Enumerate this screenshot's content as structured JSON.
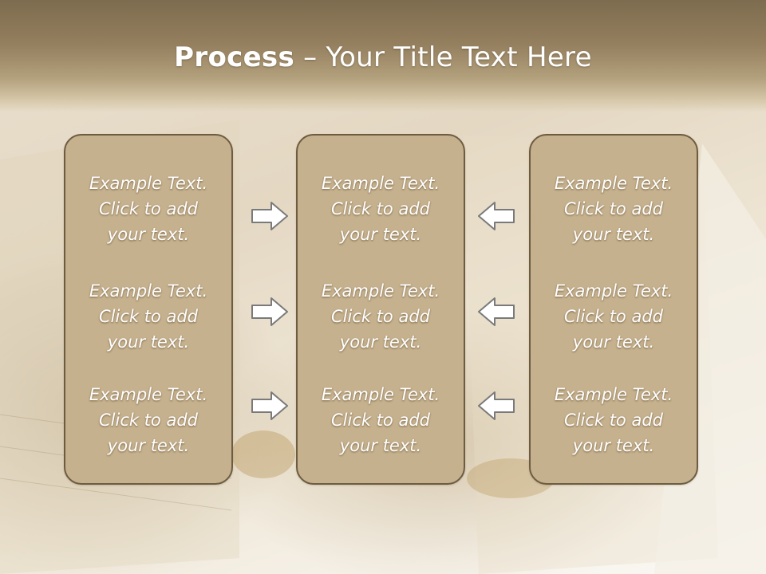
{
  "slide": {
    "title_bold": "Process",
    "title_rest": " – Your Title Text Here",
    "columns": [
      {
        "items": [
          "Example Text.\nClick  to add\nyour text.",
          "Example Text.\nClick  to add\nyour text.",
          "Example Text.\nClick  to add\nyour text."
        ]
      },
      {
        "items": [
          "Example Text.\nClick  to add\nyour text.",
          "Example Text.\nClick  to add\nyour text.",
          "Example Text.\nClick  to add\nyour text."
        ]
      },
      {
        "items": [
          "Example Text.\nClick  to add\nyour text.",
          "Example Text.\nClick  to add\nyour text.",
          "Example Text.\nClick  to add\nyour text."
        ]
      }
    ],
    "arrows": {
      "left_group": [
        "arrow-right-icon",
        "arrow-right-icon",
        "arrow-right-icon"
      ],
      "right_group": [
        "arrow-left-icon",
        "arrow-left-icon",
        "arrow-left-icon"
      ]
    }
  },
  "colors": {
    "header": "#8a7757",
    "box_fill": "#c6b18e",
    "box_border": "#6e5c40",
    "text": "#ffffff",
    "arrow_fill": "#ffffff",
    "arrow_stroke": "#7a7a7a"
  }
}
